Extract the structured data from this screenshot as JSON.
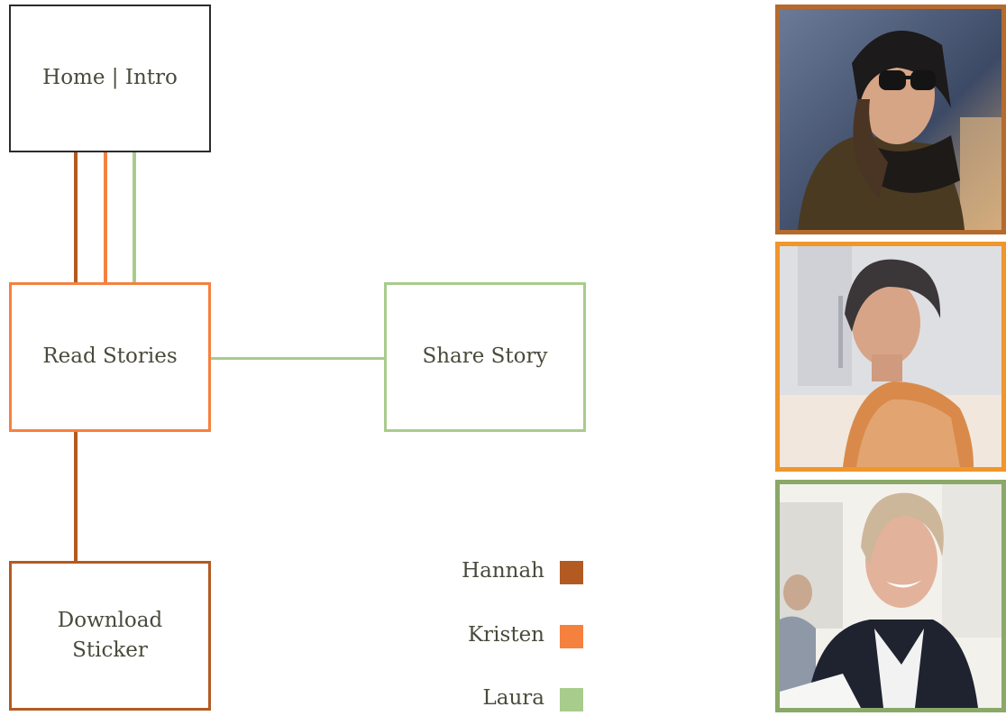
{
  "nodes": {
    "home": "Home | Intro",
    "read_stories": "Read Stories",
    "share_story": "Share Story",
    "download_sticker": "Download\nSticker"
  },
  "legend": [
    {
      "name": "Hannah",
      "color": "#b35a22"
    },
    {
      "name": "Kristen",
      "color": "#f5813f"
    },
    {
      "name": "Laura",
      "color": "#a8cc8c"
    }
  ],
  "photos": [
    {
      "persona": "Hannah",
      "frame_color": "#b56a2e"
    },
    {
      "persona": "Kristen",
      "frame_color": "#f0962a"
    },
    {
      "persona": "Laura",
      "frame_color": "#8aa868"
    }
  ],
  "colors": {
    "hannah": "#b35a22",
    "kristen": "#f5813f",
    "laura": "#a8cc8c",
    "home_border": "#2b2b2b"
  }
}
